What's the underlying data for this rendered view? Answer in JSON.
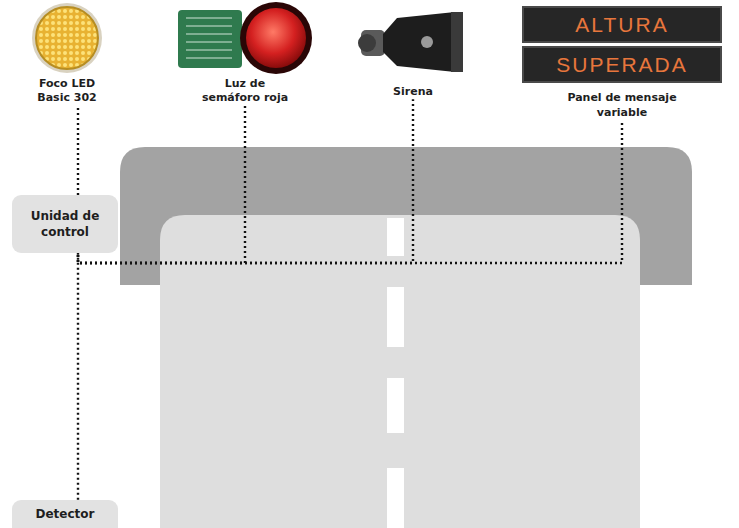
{
  "diagram": {
    "nodes": [
      {
        "text": [
          "Foco LED Basic 302"
        ]
      },
      {
        "text": [
          "Luz de semáforo roja"
        ]
      },
      {
        "text": [
          "Sirena"
        ]
      },
      {
        "text": [
          "ALTURA",
          "SUPERADA",
          "Panel de mensaje variable"
        ]
      },
      {
        "text": [
          "Unidad de control"
        ]
      },
      {
        "text": [
          "Detector"
        ]
      }
    ],
    "edges": [
      {
        "from": 4,
        "to": 0,
        "arrow": "none"
      },
      {
        "from": 4,
        "to": 1,
        "arrow": "none"
      },
      {
        "from": 4,
        "to": 2,
        "arrow": "none"
      },
      {
        "from": 4,
        "to": 3,
        "arrow": "none"
      },
      {
        "from": 5,
        "to": 4,
        "arrow": "none"
      }
    ]
  }
}
